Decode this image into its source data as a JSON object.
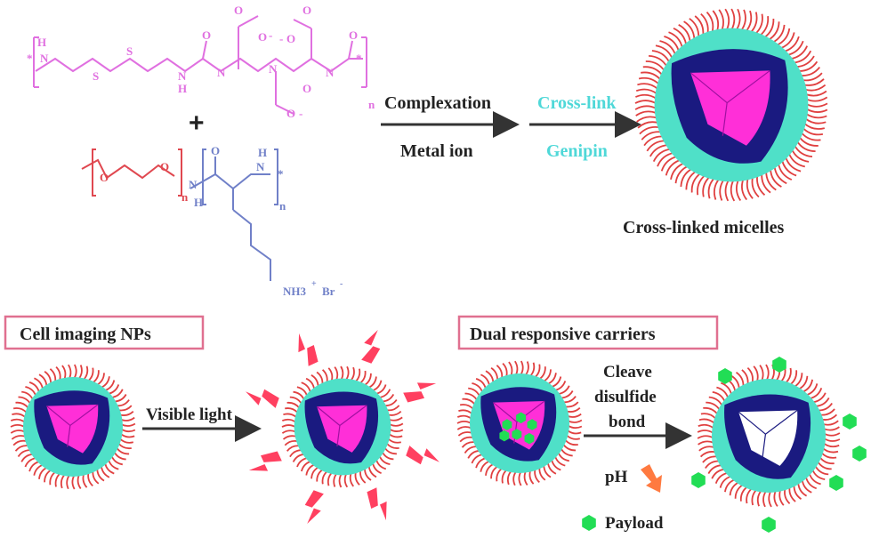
{
  "colors": {
    "polymer1": "#e070e0",
    "polymer2": "#7080c8",
    "crosslink": "#4fd8d8",
    "arrow": "#333333",
    "core": "#ff2fd8",
    "shell": "#1a1a80",
    "corona": "#4fe0c8",
    "hair": "#e04040",
    "payload": "#22dd55",
    "box_border": "#e07090",
    "ph_arrow": "#ff7a40",
    "spike": "#ff4060"
  },
  "polymer1": {
    "atoms": {
      "N_H": "H",
      "N1": "N",
      "S1": "S",
      "S2": "S",
      "NH_N": "N",
      "NH_H": "H",
      "O1": "O",
      "N2": "N",
      "N3": "N",
      "N4": "N",
      "O2": "O",
      "O3": "O",
      "O4": "O",
      "O5": "O",
      "O6": "O",
      "Om1": "O",
      "Om2": "O",
      "Om3": "O",
      "minus1": "-",
      "minus2": "-",
      "minus3": "-"
    },
    "star_left": "*",
    "star_right": "*",
    "subscript": "n"
  },
  "plus": "+",
  "polymer2": {
    "atoms": {
      "O1": "O",
      "O2": "O",
      "N1": "N",
      "H1": "H",
      "O3": "O",
      "N2": "N",
      "H2": "H",
      "NH3": "NH3",
      "plus": "+",
      "Br": "Br",
      "minus": "-"
    },
    "sub1": "n",
    "sub2": "n",
    "sub3": "n",
    "star": "*"
  },
  "step1": {
    "above": "Complexation",
    "below": "Metal ion"
  },
  "step2": {
    "above": "Cross-link",
    "below": "Genipin"
  },
  "micelle_caption": "Cross-linked micelles",
  "box1_title": "Cell imaging NPs",
  "box2_title": "Dual responsive carriers",
  "visible_light": "Visible light",
  "cleave": {
    "line1": "Cleave",
    "line2": "disulfide",
    "line3": "bond"
  },
  "ph": "pH",
  "payload": "Payload"
}
